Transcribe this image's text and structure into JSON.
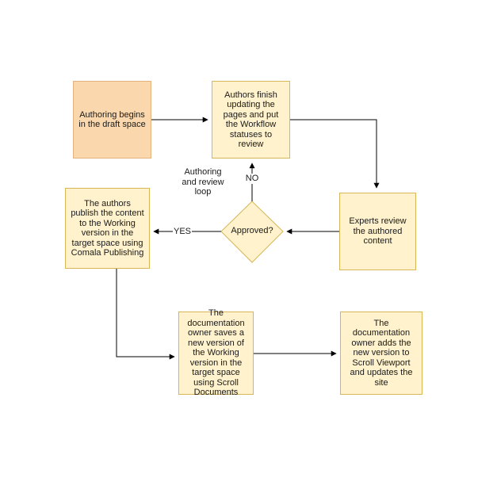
{
  "nodes": {
    "start": "Authoring begins in the draft space",
    "finish": "Authors finish updating the pages and put the Workflow statuses to review",
    "experts": "Experts review the authored content",
    "decision": "Approved?",
    "publish": "The authors publish the content to the Working version in the target space using Comala Publishing",
    "save": "The documentation owner saves a new version of the Working version in the target space using Scroll Documents",
    "viewport": "The documentation owner adds the new version to Scroll Viewport and updates the site"
  },
  "edge_labels": {
    "no": "NO",
    "yes": "YES",
    "loop": "Authoring and review loop"
  },
  "colors": {
    "box_fill": "#fff2cc",
    "box_stroke": "#d6b656",
    "start_fill": "#fad7ac",
    "start_stroke": "#e2b27f",
    "edge": "#000000"
  }
}
